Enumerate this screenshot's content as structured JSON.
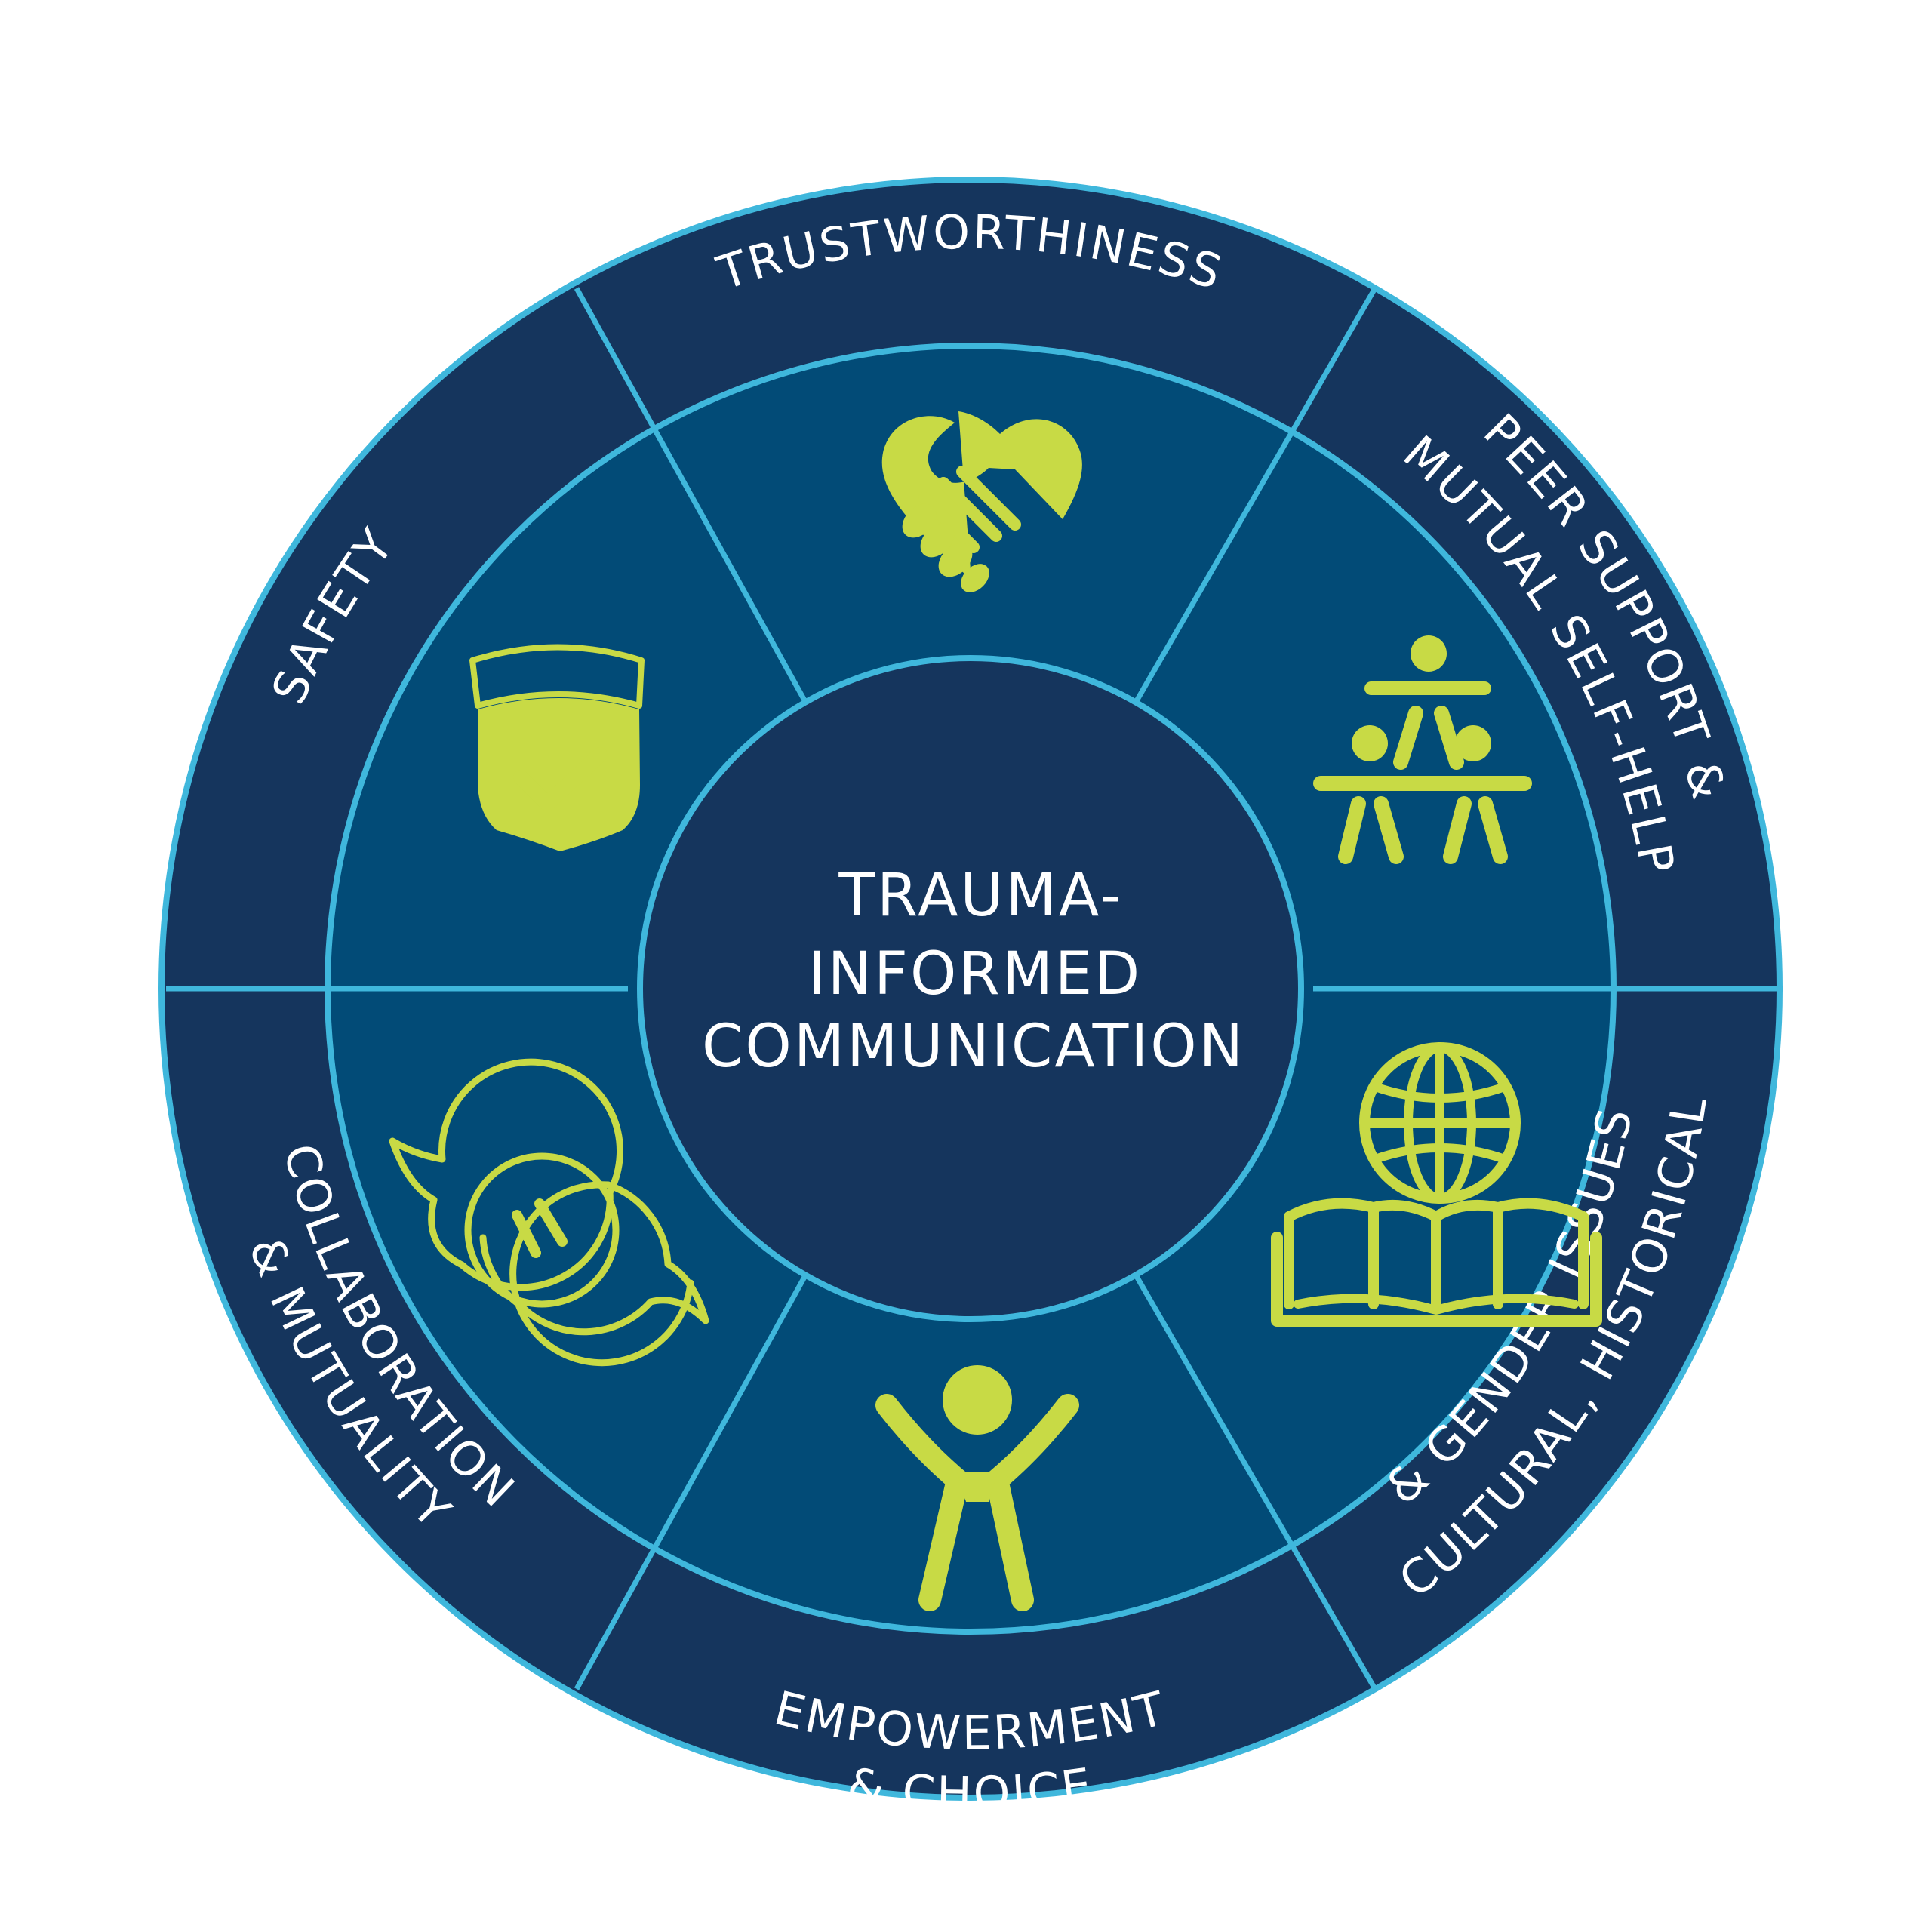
{
  "center": {
    "line1": "TRAUMA-",
    "line2": "INFORMED",
    "line3": "COMMUNICATION"
  },
  "segments": [
    {
      "label_lines": [
        "TRUSTWORTHINESS"
      ],
      "icon": "heart-handshake-icon"
    },
    {
      "label_lines": [
        "PEER SUPPORT &",
        "MUTUAL SELF-HELP"
      ],
      "icon": "peer-group-icon"
    },
    {
      "label_lines": [
        "CULTURAL, HISTORICAL",
        "& GENDER ISSUES"
      ],
      "icon": "globe-book-icon"
    },
    {
      "label_lines": [
        "EMPOWERMENT",
        "& CHOICE"
      ],
      "icon": "person-raised-arms-icon"
    },
    {
      "label_lines": [
        "COLLABORATION",
        "& MUTUALITY"
      ],
      "icon": "speech-bubbles-icon"
    },
    {
      "label_lines": [
        "SAFETY"
      ],
      "icon": "shield-check-icon"
    }
  ],
  "colors": {
    "outer_ring": "#15355d",
    "middle_ring": "#024b77",
    "center": "#15355d",
    "divider": "#3fb7dc",
    "accent": "#c8da45",
    "text": "#ffffff"
  }
}
